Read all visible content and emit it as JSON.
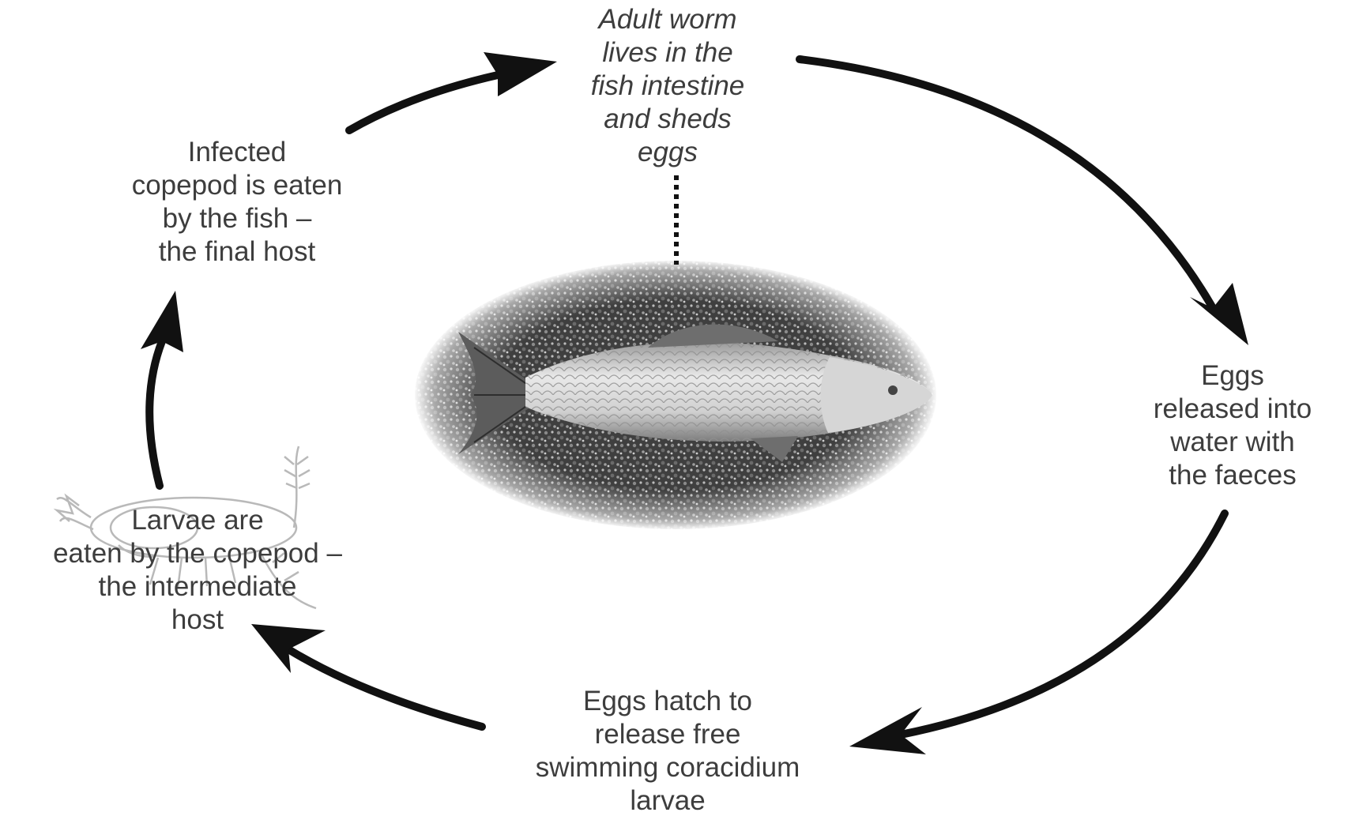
{
  "stages": [
    {
      "id": "adult",
      "italic": true,
      "lines": [
        "Adult worm",
        "lives in the",
        "fish intestine",
        "and sheds",
        "eggs"
      ]
    },
    {
      "id": "eggs_released",
      "italic": false,
      "lines": [
        "Eggs",
        "released into",
        "water with",
        "the faeces"
      ]
    },
    {
      "id": "hatch",
      "italic": false,
      "lines": [
        "Eggs hatch to",
        "release  free",
        "swimming coracidium",
        "larvae"
      ]
    },
    {
      "id": "larvae",
      "italic": false,
      "lines": [
        "Larvae are",
        "eaten by the copepod –",
        "the intermediate",
        "host"
      ]
    },
    {
      "id": "infected",
      "italic": false,
      "lines": [
        "Infected",
        "copepod is eaten",
        "by the fish –",
        "the final host"
      ]
    }
  ],
  "cycle": [
    "adult",
    "eggs_released",
    "hatch",
    "larvae",
    "infected"
  ],
  "illustrations": {
    "center": "fish-on-gravel-photo",
    "larvae_stage": "copepod-sketch"
  },
  "colors": {
    "arrow": "#111111",
    "text": "#3d3d3d",
    "gravel_dark": "#3a3a3a",
    "fish_light": "#e6e6e6"
  }
}
